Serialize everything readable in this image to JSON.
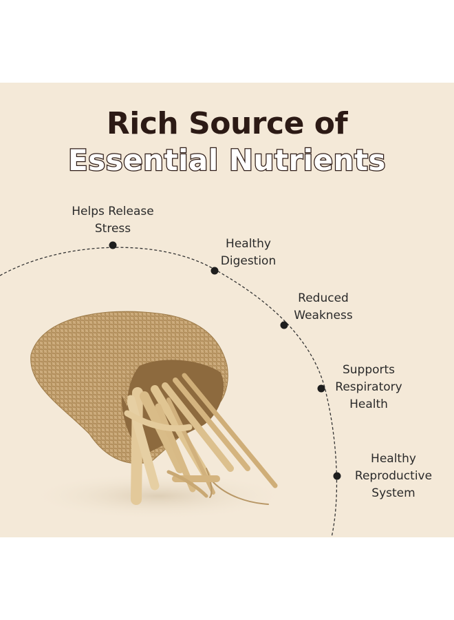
{
  "title": {
    "line1": "Rich Source of",
    "line2": "Essential Nutrients"
  },
  "benefits": [
    {
      "line1": "Helps Release",
      "line2": "Stress"
    },
    {
      "line1": "Healthy",
      "line2": "Digestion"
    },
    {
      "line1": "Reduced",
      "line2": "Weakness"
    },
    {
      "line1": "Supports",
      "line2": "Respiratory",
      "line3": "Health"
    },
    {
      "line1": "Healthy",
      "line2": "Reproductive",
      "line3": "System"
    }
  ],
  "colors": {
    "background": "#f4e9d8",
    "title": "#2c1a15",
    "dot": "#1e1e1e"
  }
}
